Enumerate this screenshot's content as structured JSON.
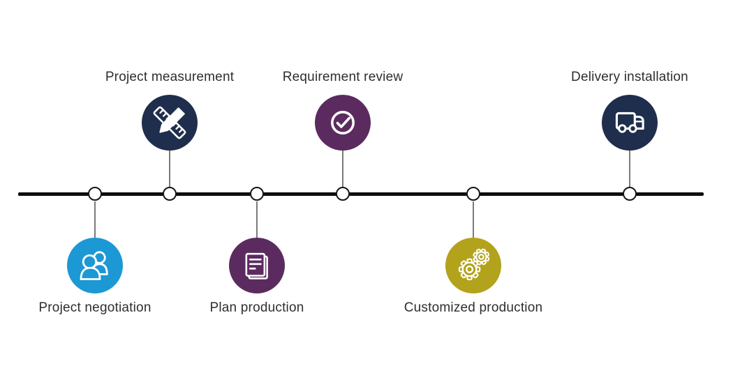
{
  "diagram": {
    "type": "timeline-process",
    "background_color": "#ffffff",
    "line_color": "#0d0d0d",
    "node_fill": "#ffffff",
    "node_border_color": "#161616",
    "connector_color": "#7a7a7a",
    "label_color": "#2e2e2e",
    "steps": [
      {
        "label": "Project negotiation",
        "side": "below",
        "icon": "people-icon",
        "color": "#1c98d5"
      },
      {
        "label": "Project measurement",
        "side": "above",
        "icon": "ruler-pencil-icon",
        "color": "#1f2e4c"
      },
      {
        "label": "Plan production",
        "side": "below",
        "icon": "document-icon",
        "color": "#5b2b60"
      },
      {
        "label": "Requirement review",
        "side": "above",
        "icon": "check-circle-icon",
        "color": "#5b2b60"
      },
      {
        "label": "Customized production",
        "side": "below",
        "icon": "gears-icon",
        "color": "#b3a21b"
      },
      {
        "label": "Delivery installation",
        "side": "above",
        "icon": "truck-icon",
        "color": "#1f2e4c"
      }
    ]
  }
}
